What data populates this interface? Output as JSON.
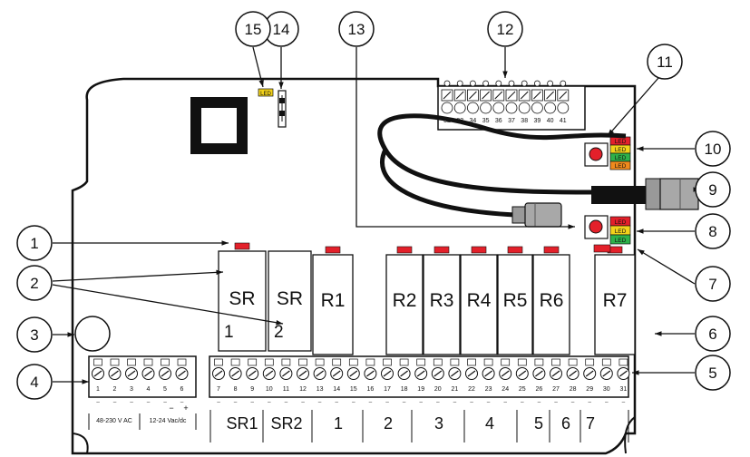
{
  "callouts": [
    {
      "number": "1"
    },
    {
      "number": "2"
    },
    {
      "number": "3"
    },
    {
      "number": "4"
    },
    {
      "number": "5"
    },
    {
      "number": "6"
    },
    {
      "number": "7"
    },
    {
      "number": "8"
    },
    {
      "number": "9"
    },
    {
      "number": "10"
    },
    {
      "number": "11"
    },
    {
      "number": "12"
    },
    {
      "number": "13"
    },
    {
      "number": "14"
    },
    {
      "number": "15"
    }
  ],
  "relays": [
    {
      "top": "SR",
      "bottom": "1"
    },
    {
      "top": "SR",
      "bottom": "2"
    },
    {
      "top": "R1"
    },
    {
      "top": "R2"
    },
    {
      "top": "R3"
    },
    {
      "top": "R4"
    },
    {
      "top": "R5"
    },
    {
      "top": "R6"
    },
    {
      "top": "R7"
    }
  ],
  "top_terminals": [
    "32",
    "33",
    "34",
    "35",
    "36",
    "37",
    "38",
    "39",
    "40",
    "41"
  ],
  "led_top": "LED",
  "led_block_upper": [
    "LED",
    "LED",
    "LED",
    "LED"
  ],
  "led_block_lower": [
    "LED",
    "LED",
    "LED"
  ],
  "power_terminals": [
    "1",
    "2",
    "3",
    "4",
    "5",
    "6"
  ],
  "power_labels": {
    "ac": "48-230 V AC",
    "dc": "12-24 Vac/dc",
    "minus": "−",
    "plus": "+"
  },
  "relay_terminals": [
    "7",
    "8",
    "9",
    "10",
    "11",
    "12",
    "13",
    "14",
    "15",
    "16",
    "17",
    "18",
    "19",
    "20",
    "21",
    "22",
    "23",
    "24",
    "25",
    "26",
    "27",
    "28",
    "29",
    "30",
    "31"
  ],
  "bottom_labels": [
    "SR1",
    "SR2",
    "1",
    "2",
    "3",
    "4",
    "5",
    "6",
    "7"
  ],
  "colors": {
    "led_red": "#e3202a",
    "led_yellow": "#f2d21b",
    "led_green": "#2eb14a",
    "led_orange": "#f08a1c",
    "outline": "#111111"
  }
}
